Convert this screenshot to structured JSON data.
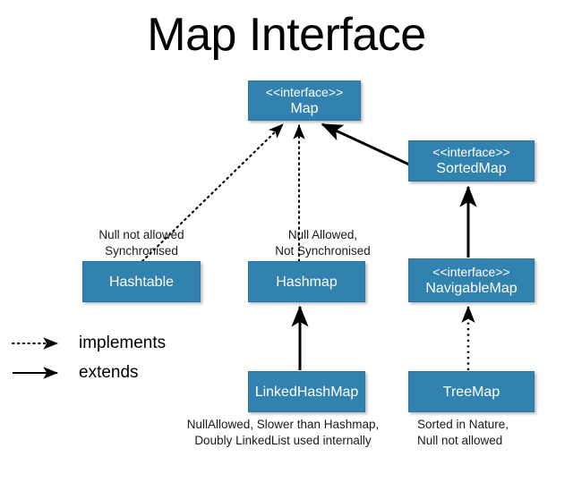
{
  "title": "Map Interface",
  "colors": {
    "box_fill": "#3182ae",
    "box_border": "#2b749c",
    "box_text": "#ffffff",
    "line": "#000000",
    "background": "#ffffff",
    "note_text": "#1a1a1a"
  },
  "stereotype_label": "<<interface>>",
  "nodes": [
    {
      "id": "map",
      "name": "Map",
      "stereotype": "<<interface>>",
      "kind": "interface"
    },
    {
      "id": "sortedmap",
      "name": "SortedMap",
      "stereotype": "<<interface>>",
      "kind": "interface"
    },
    {
      "id": "hashtable",
      "name": "Hashtable",
      "stereotype": "",
      "kind": "class"
    },
    {
      "id": "hashmap",
      "name": "Hashmap",
      "stereotype": "",
      "kind": "class"
    },
    {
      "id": "navigablemap",
      "name": "NavigableMap",
      "stereotype": "<<interface>>",
      "kind": "interface"
    },
    {
      "id": "linkedhashmap",
      "name": "LinkedHashMap",
      "stereotype": "",
      "kind": "class"
    },
    {
      "id": "treemap",
      "name": "TreeMap",
      "stereotype": "",
      "kind": "class"
    }
  ],
  "edges": [
    {
      "from": "hashtable",
      "to": "map",
      "relation": "implements"
    },
    {
      "from": "hashmap",
      "to": "map",
      "relation": "implements"
    },
    {
      "from": "sortedmap",
      "to": "map",
      "relation": "extends"
    },
    {
      "from": "navigablemap",
      "to": "sortedmap",
      "relation": "extends"
    },
    {
      "from": "linkedhashmap",
      "to": "hashmap",
      "relation": "extends"
    },
    {
      "from": "treemap",
      "to": "navigablemap",
      "relation": "implements"
    }
  ],
  "notes": {
    "hashtable": "Null not allowed\nSynchronised",
    "hashmap": "Null Allowed,\nNot Synchronised",
    "linkedhashmap": "NullAllowed, Slower than Hashmap,\nDoubly LinkedList used internally",
    "treemap": "Sorted in Nature,\nNull not allowed"
  },
  "legend": [
    {
      "style": "dotted",
      "label": "implements"
    },
    {
      "style": "solid",
      "label": "extends"
    }
  ]
}
